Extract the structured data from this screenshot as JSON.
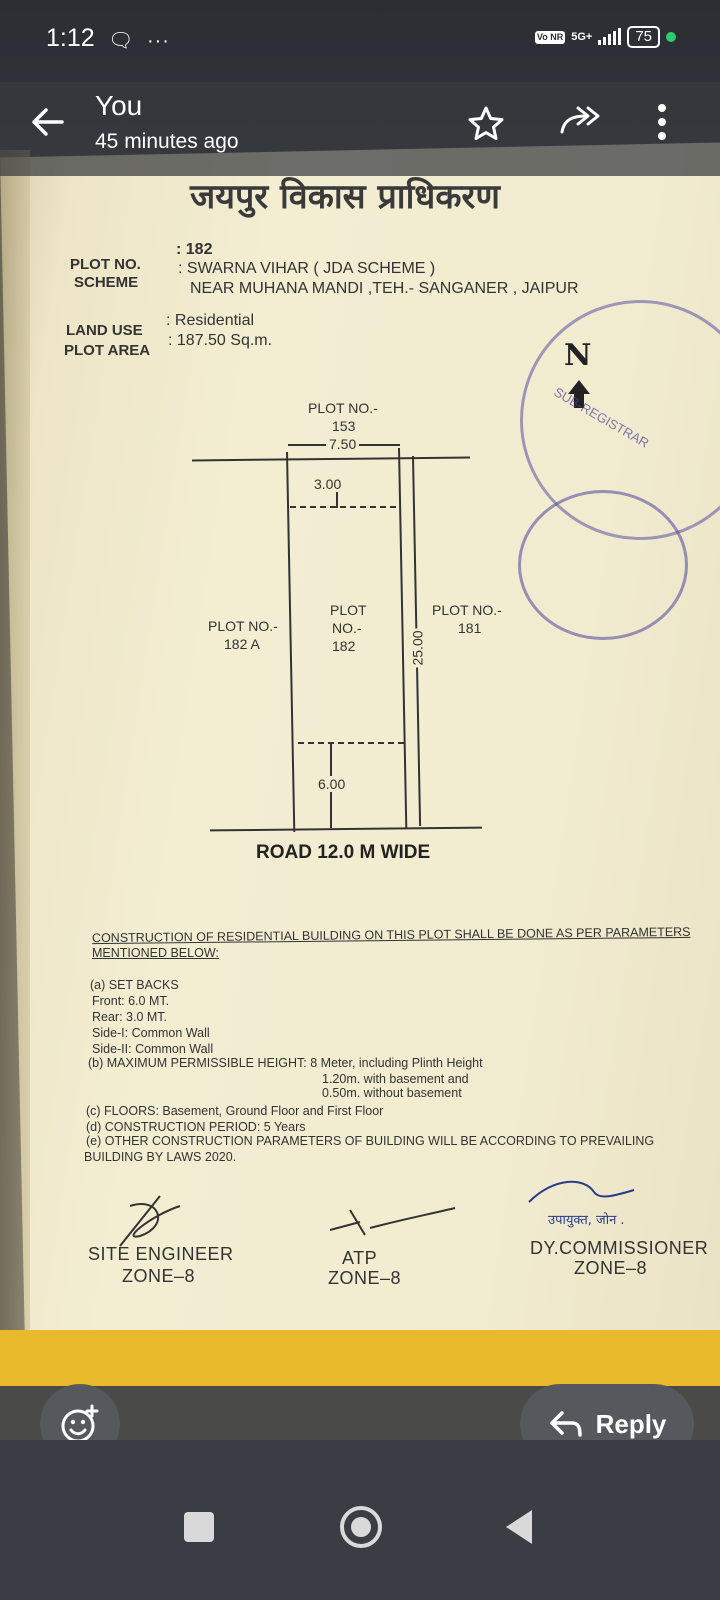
{
  "status_bar": {
    "time": "1:12",
    "notification_icons": [
      "chat-bubble-icon",
      "more-dots-icon"
    ],
    "volte": "Vo NR",
    "network": "5G+",
    "battery": "75",
    "battery_dot_color": "#2ecc71"
  },
  "app_bar": {
    "title": "You",
    "subtitle": "45 minutes ago",
    "actions": [
      "star-icon",
      "forward-icon",
      "more-vert-icon"
    ]
  },
  "document": {
    "header_hindi": "जयपुर विकास प्राधिकरण",
    "plot_no_label": "PLOT NO.",
    "plot_no_value": ": 182",
    "scheme_label": "SCHEME",
    "scheme_value": ": SWARNA VIHAR  ( JDA SCHEME )",
    "scheme_value_line2": "NEAR MUHANA MANDI ,TEH.- SANGANER , JAIPUR",
    "land_use_label": "LAND USE",
    "land_use_value": ": Residential",
    "plot_area_label": "PLOT AREA",
    "plot_area_value": ": 187.50 Sq.m.",
    "diagram": {
      "north_label": "N",
      "top_neighbor": "PLOT NO.-",
      "top_neighbor_no": "153",
      "width_dim": "7.50",
      "rear_setback": "3.00",
      "center_plot_line1": "PLOT",
      "center_plot_line2": "NO.-",
      "center_plot_line3": "182",
      "left_neighbor": "PLOT NO.-",
      "left_neighbor_no": "182 A",
      "right_neighbor": "PLOT NO.-",
      "right_neighbor_no": "181",
      "length_dim": "25.00",
      "front_setback": "6.00",
      "road": "ROAD  12.0  M  WIDE"
    },
    "construction_heading_1": "CONSTRUCTION OF RESIDENTIAL BUILDING ON THIS PLOT SHALL BE DONE AS PER PARAMETERS",
    "construction_heading_2": "MENTIONED BELOW:",
    "parameters": [
      "(a) SET BACKS",
      "Front:  6.0 MT.",
      "Rear:   3.0 MT.",
      "Side-I:  Common Wall",
      "Side-II: Common Wall",
      "(b) MAXIMUM PERMISSIBLE HEIGHT: 8 Meter, including Plinth Height",
      "1.20m. with basement and",
      "0.50m. without basement",
      "(c) FLOORS: Basement, Ground Floor and First Floor",
      "(d) CONSTRUCTION PERIOD: 5 Years",
      "(e) OTHER CONSTRUCTION PARAMETERS OF BUILDING WILL BE ACCORDING TO PREVAILING",
      "BUILDING BY LAWS 2020."
    ],
    "signatures": [
      {
        "title": "SITE  ENGINEER",
        "zone": "ZONE–8"
      },
      {
        "title": "ATP",
        "zone": "ZONE–8"
      },
      {
        "title": "DY.COMMISSIONER",
        "zone": "ZONE–8",
        "stamp_hindi": "उपायुक्त, जोन ."
      }
    ],
    "stamp_text": "SUB-REGISTRAR"
  },
  "bottom": {
    "emoji_button": "add-reaction-icon",
    "reply_label": "Reply"
  },
  "nav": {
    "buttons": [
      "recents",
      "home",
      "back"
    ]
  }
}
